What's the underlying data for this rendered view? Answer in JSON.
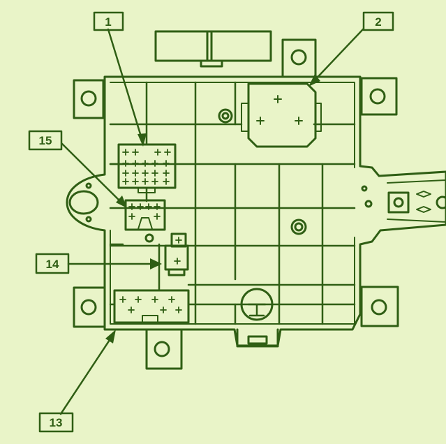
{
  "colors": {
    "background": "#e9f4c8",
    "line": "#2f5e14",
    "fill": "#e9f4c8"
  },
  "callouts": {
    "c1": "1",
    "c2": "2",
    "c13": "13",
    "c14": "14",
    "c15": "15"
  }
}
